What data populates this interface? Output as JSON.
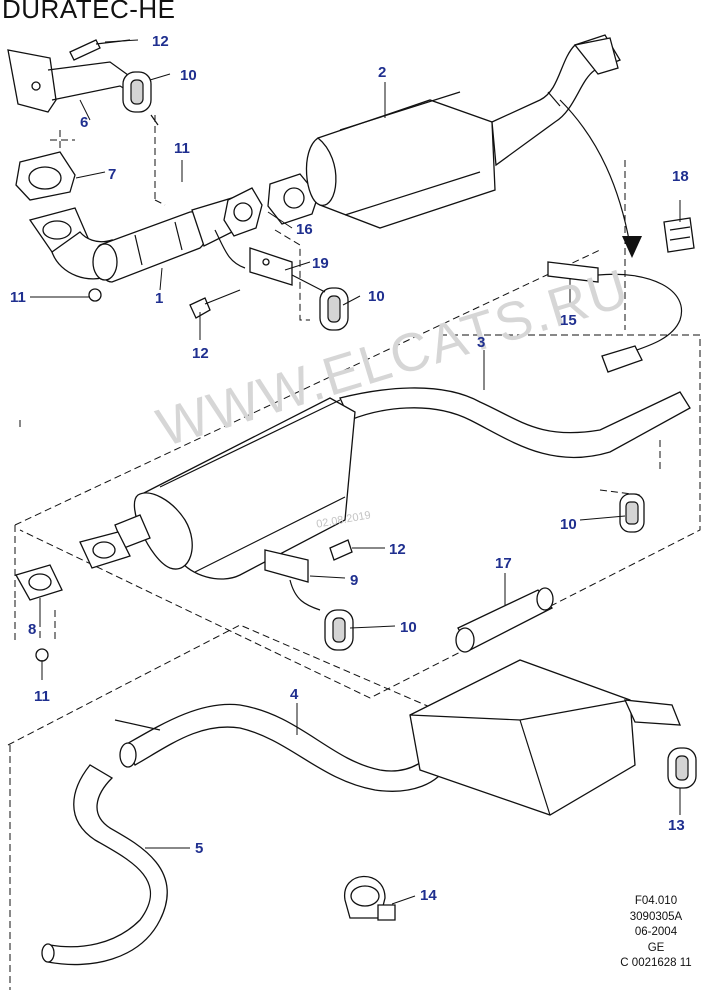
{
  "diagram": {
    "title": "DURATEC-HE",
    "watermark": "WWW.ELCATS.RU",
    "watermark_date": "02.08.2019",
    "callouts": [
      {
        "id": "c1",
        "label": "1"
      },
      {
        "id": "c2",
        "label": "2"
      },
      {
        "id": "c3",
        "label": "3"
      },
      {
        "id": "c4",
        "label": "4"
      },
      {
        "id": "c5",
        "label": "5"
      },
      {
        "id": "c6",
        "label": "6"
      },
      {
        "id": "c7",
        "label": "7"
      },
      {
        "id": "c8",
        "label": "8"
      },
      {
        "id": "c9",
        "label": "9"
      },
      {
        "id": "c10a",
        "label": "10"
      },
      {
        "id": "c10b",
        "label": "10"
      },
      {
        "id": "c10c",
        "label": "10"
      },
      {
        "id": "c10d",
        "label": "10"
      },
      {
        "id": "c11a",
        "label": "11"
      },
      {
        "id": "c11b",
        "label": "11"
      },
      {
        "id": "c11c",
        "label": "11"
      },
      {
        "id": "c12a",
        "label": "12"
      },
      {
        "id": "c12b",
        "label": "12"
      },
      {
        "id": "c12c",
        "label": "12"
      },
      {
        "id": "c13",
        "label": "13"
      },
      {
        "id": "c14",
        "label": "14"
      },
      {
        "id": "c15",
        "label": "15"
      },
      {
        "id": "c16",
        "label": "16"
      },
      {
        "id": "c17",
        "label": "17"
      },
      {
        "id": "c18",
        "label": "18"
      },
      {
        "id": "c19",
        "label": "19"
      }
    ],
    "reference_block": [
      "F04.010",
      "3090305A",
      "06-2004",
      "GE",
      "C 0021628 11"
    ],
    "colors": {
      "callout": "#1f2f8f",
      "line": "#111111",
      "watermark": "#d6d6d6"
    }
  }
}
